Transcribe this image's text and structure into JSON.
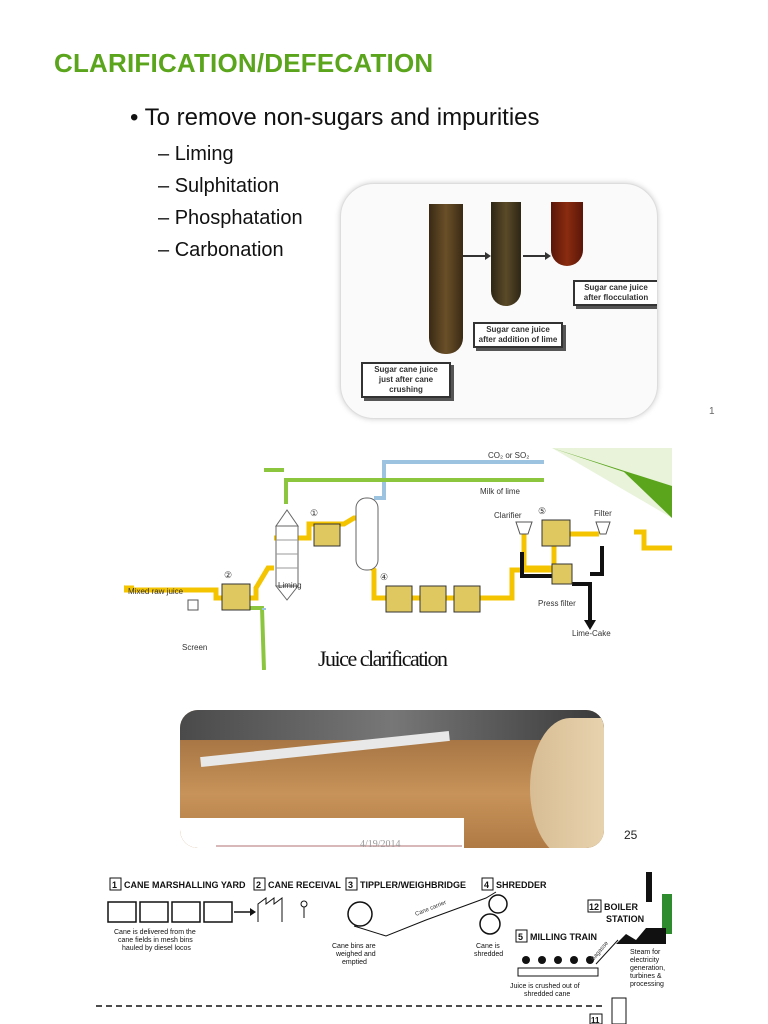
{
  "slide": {
    "title": "CLARIFICATION/DEFECATION",
    "bullet": "To remove non-sugars and impurities",
    "sub_items": [
      "Liming",
      "Sulphitation",
      "Phosphatation",
      "Carbonation"
    ],
    "page_number_top": "1",
    "page_number_bottom": "25",
    "date": "4/19/2014",
    "caption": "Juice clarification"
  },
  "photo_labels": {
    "tube1": "Sugar cane juice just after cane crushing",
    "tube2": "Sugar cane juice after addition of lime",
    "tube3": "Sugar cane juice after flocculation"
  },
  "diagram": {
    "gas": "CO₂ or SO₂",
    "milk_of_lime": "Milk of lime",
    "clarifier": "Clarifier",
    "filter": "Filter",
    "mixed_raw_juice": "Mixed raw juice",
    "liming": "Liming",
    "press_filter": "Press filter",
    "lime_cake": "Lime-Cake",
    "screen": "Screen",
    "n1": "①",
    "n2": "②",
    "n4": "④",
    "n5": "⑤"
  },
  "process": {
    "s1": "CANE MARSHALLING YARD",
    "s2": "CANE RECEIVAL",
    "s3": "TIPPLER/WEIGHBRIDGE",
    "s4": "SHREDDER",
    "s5": "MILLING TRAIN",
    "s12_a": "BOILER",
    "s12_b": "STATION",
    "n1": "1",
    "n2": "2",
    "n3": "3",
    "n4": "4",
    "n5": "5",
    "n11": "11",
    "n12": "12",
    "d1a": "Cane is delivered from the",
    "d1b": "cane fields in mesh bins",
    "d1c": "hauled by diesel locos",
    "d3a": "Cane bins are",
    "d3b": "weighed and",
    "d3c": "emptied",
    "d4a": "Cane is",
    "d4b": "shredded",
    "d5a": "Juice is crushed out of",
    "d5b": "shredded cane",
    "carrier": "Cane carrier",
    "bagasse": "Bagasse",
    "steam_a": "Steam for",
    "steam_b": "electricity",
    "steam_c": "generation,",
    "steam_d": "turbines &",
    "steam_e": "processing"
  },
  "colors": {
    "title": "#5aa51c",
    "pipe_yellow": "#f5c400",
    "pipe_green": "#8cc63f",
    "pipe_blue": "#9cc3df"
  }
}
